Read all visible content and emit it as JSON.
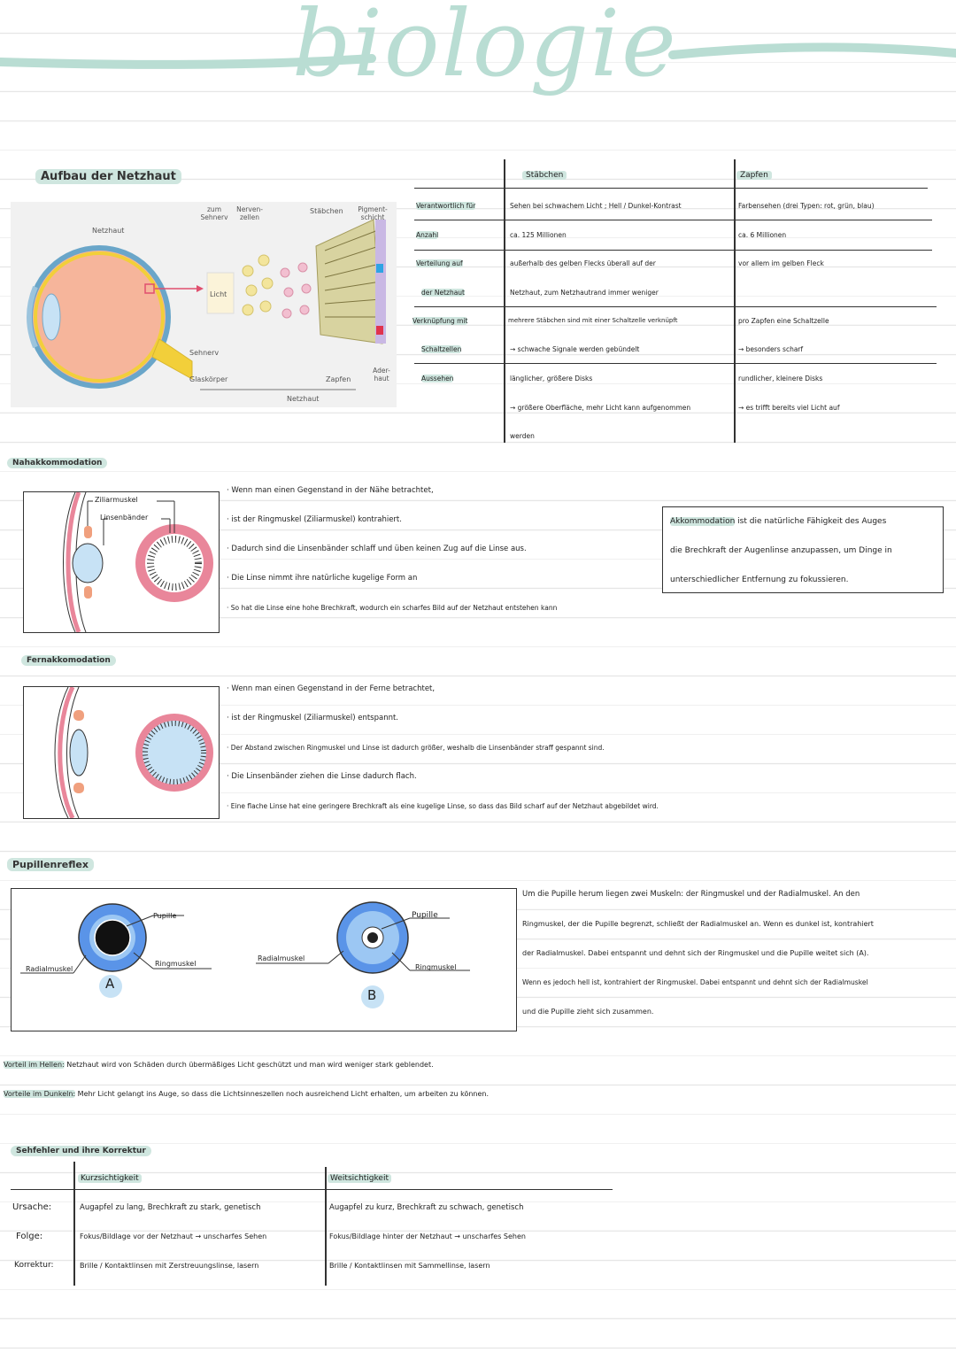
{
  "page": {
    "title": "biologie"
  },
  "netzhaut": {
    "title": "Aufbau der Netzhaut",
    "figure_labels": {
      "netzhaut_left": "Netzhaut",
      "zum_sehnerv": "zum Sehnerv",
      "nervenzellen": "Nerven- zellen",
      "staebchen": "Stäbchen",
      "pigmentschicht": "Pigment- schicht",
      "licht": "Licht",
      "sehnerv": "Sehnerv",
      "glaskoerper": "Glaskörper",
      "zapfen": "Zapfen",
      "aderhaut": "Ader- haut",
      "netzhaut_bottom": "Netzhaut"
    }
  },
  "table": {
    "headers": [
      "Stäbchen",
      "Zapfen"
    ],
    "rows": [
      {
        "label": "Verantwortlich für",
        "staebchen": "Sehen bei schwachem Licht ; Hell / Dunkel-Kontrast",
        "zapfen": "Farbensehen (drei Typen: rot, grün, blau)"
      },
      {
        "label": "Anzahl",
        "staebchen": "ca. 125 Millionen",
        "zapfen": "ca. 6 Millionen"
      },
      {
        "label": "Verteilung auf",
        "staebchen": "außerhalb des gelben Flecks überall auf der",
        "zapfen": "vor allem im gelben Fleck"
      },
      {
        "label": "der Netzhaut",
        "staebchen": "Netzhaut, zum Netzhautrand immer weniger",
        "zapfen": ""
      },
      {
        "label": "Verknüpfung mit",
        "staebchen": "mehrere Stäbchen sind mit einer Schaltzelle verknüpft",
        "zapfen": "pro Zapfen eine Schaltzelle"
      },
      {
        "label": "Schaltzellen",
        "staebchen": "→ schwache Signale werden gebündelt",
        "zapfen": "→ besonders scharf"
      },
      {
        "label": "Aussehen",
        "staebchen": "länglicher, größere Disks",
        "zapfen": "rundlicher, kleinere Disks"
      },
      {
        "label": "",
        "staebchen": "→ größere Oberfläche, mehr Licht kann aufgenommen",
        "zapfen": "→ es trifft bereits viel Licht auf"
      },
      {
        "label": "",
        "staebchen": "werden",
        "zapfen": ""
      }
    ]
  },
  "nah": {
    "title": "Nahakkommodation",
    "labels": {
      "ziliarmuskel": "Ziliarmuskel",
      "linsenbaender": "Linsenbänder"
    },
    "lines": [
      "Wenn man einen Gegenstand in der Nähe betrachtet,",
      "ist der Ringmuskel (Ziliarmuskel) kontrahiert.",
      "Dadurch sind die Linsenbänder schlaff und üben keinen Zug auf die Linse aus.",
      "Die Linse nimmt ihre natürliche kugelige Form an",
      "So hat die Linse eine hohe Brechkraft, wodurch ein scharfes Bild auf der Netzhaut entstehen kann"
    ]
  },
  "akkommodation": {
    "term": "Akkommodation",
    "text1": "ist die natürliche Fähigkeit des Auges",
    "text2": "die Brechkraft der Augenlinse anzupassen, um Dinge in",
    "text3": "unterschiedlicher Entfernung zu fokussieren."
  },
  "fern": {
    "title": "Fernakkomodation",
    "lines": [
      "Wenn man einen Gegenstand in der Ferne betrachtet,",
      "ist der Ringmuskel (Ziliarmuskel) entspannt.",
      "Der Abstand zwischen Ringmuskel und Linse ist dadurch größer, weshalb die Linsenbänder straff gespannt sind.",
      "Die Linsenbänder ziehen die Linse dadurch flach.",
      "Eine flache Linse hat eine geringere Brechkraft als eine kugelige Linse, so dass das Bild scharf auf der Netzhaut abgebildet wird."
    ]
  },
  "pupille": {
    "title": "Pupillenreflex",
    "labels": {
      "pupille_a": "Pupille",
      "ringmuskel_a": "Ringmuskel",
      "radialmuskel_a": "Radialmuskel",
      "marker_a": "A",
      "pupille_b": "Pupille",
      "ringmuskel_b": "Ringmuskel",
      "radialmuskel_b": "Radialmuskel",
      "marker_b": "B"
    },
    "text_lines": [
      "Um die Pupille herum liegen zwei Muskeln: der Ringmuskel und der Radialmuskel. An den",
      "Ringmuskel, der die Pupille begrenzt, schließt der Radialmuskel an. Wenn es dunkel ist, kontrahiert",
      "der Radialmuskel. Dabei entspannt und dehnt sich der Ringmuskel und die Pupille weitet sich (A).",
      "Wenn es jedoch hell ist, kontrahiert der Ringmuskel. Dabei entspannt und dehnt sich der Radialmuskel",
      "und die Pupille zieht sich zusammen."
    ],
    "vorteil_hell_label": "Vorteil im Hellen:",
    "vorteil_hell": "Netzhaut wird von Schäden durch übermäßiges Licht geschützt und man wird weniger stark geblendet.",
    "vorteil_dunkel_label": "Vorteile im Dunkeln:",
    "vorteil_dunkel": "Mehr Licht gelangt ins Auge, so dass die Lichtsinneszellen noch ausreichend Licht erhalten, um arbeiten zu können."
  },
  "sehfehler": {
    "title": "Sehfehler und ihre Korrektur",
    "headers": [
      "Kurzsichtigkeit",
      "Weitsichtigkeit"
    ],
    "rows": [
      {
        "label": "Ursache:",
        "kurz": "Augapfel zu lang, Brechkraft zu stark, genetisch",
        "weit": "Augapfel zu kurz, Brechkraft zu schwach, genetisch"
      },
      {
        "label": "Folge:",
        "kurz": "Fokus/Bildlage vor der Netzhaut → unscharfes Sehen",
        "weit": "Fokus/Bildlage hinter der Netzhaut → unscharfes Sehen"
      },
      {
        "label": "Korrektur:",
        "kurz": "Brille / Kontaktlinsen mit Zerstreuungslinse, lasern",
        "weit": "Brille / Kontaktlinsen mit Sammellinse, lasern"
      }
    ]
  },
  "colors": {
    "accent": "#b9ddd3",
    "highlight": "#cfe6df",
    "ciliary": "#e9869a",
    "lens": "#c7e2f5",
    "iris": "#5a94e8"
  }
}
